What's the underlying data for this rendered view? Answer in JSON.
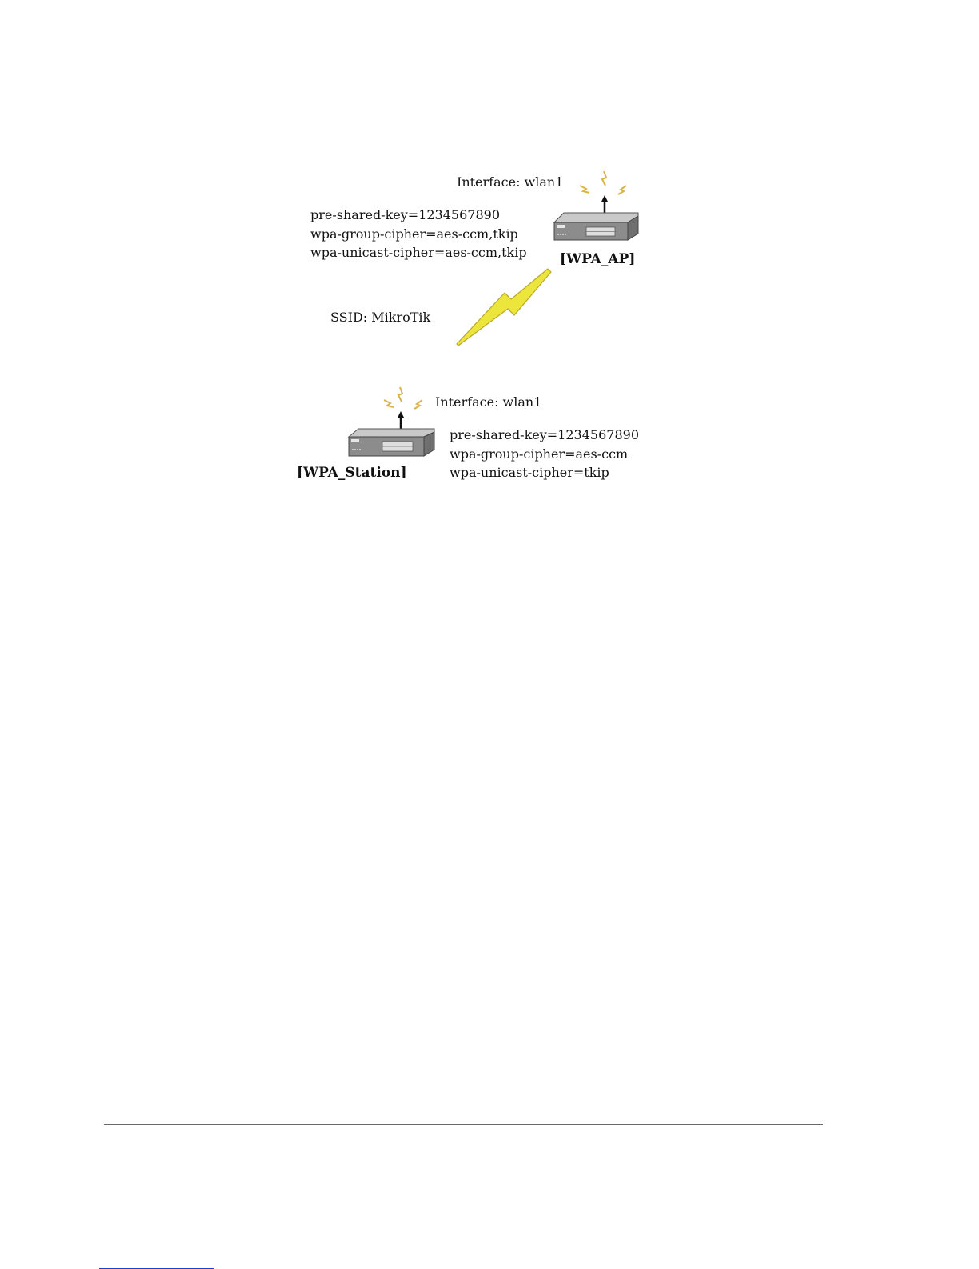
{
  "access_point": {
    "interface_label": "Interface: wlan1",
    "name": "[WPA_AP]",
    "params": [
      "pre-shared-key=1234567890",
      "wpa-group-cipher=aes-ccm,tkip",
      "wpa-unicast-cipher=aes-ccm,tkip"
    ]
  },
  "link": {
    "ssid_label": "SSID: MikroTik",
    "bolt_color": "#e8e23a"
  },
  "station": {
    "interface_label": "Interface: wlan1",
    "name": "[WPA_Station]",
    "params": [
      "pre-shared-key=1234567890",
      "wpa-group-cipher=aes-ccm",
      "wpa-unicast-cipher=tkip"
    ]
  },
  "colors": {
    "device_body": "#8c8c8c",
    "device_top": "#c9c9c9",
    "signal_spark": "#d9b44a"
  }
}
